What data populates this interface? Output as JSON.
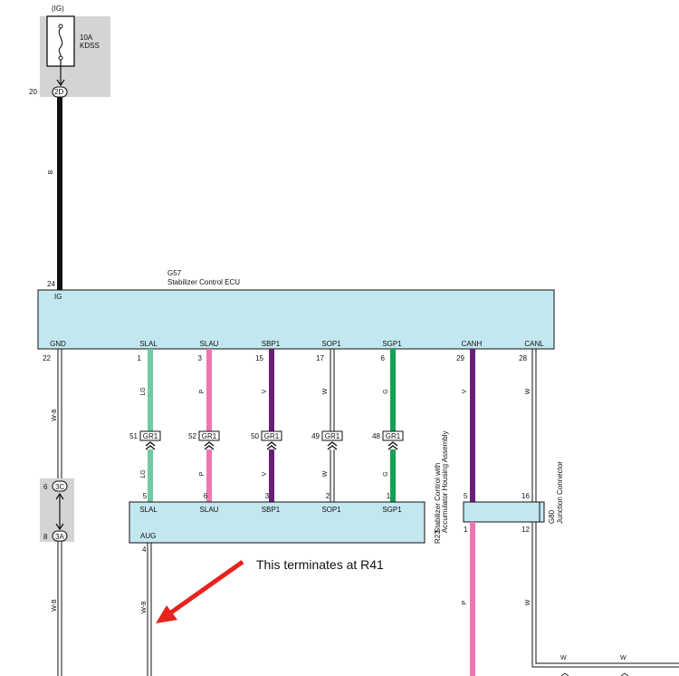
{
  "top_supply": {
    "label": "(IG)",
    "fuse_rating": "10A",
    "fuse_name": "KDSS",
    "pin": "20",
    "connector": "2D",
    "wire_color": "B"
  },
  "ecu": {
    "id": "G57",
    "name": "Stabilizer Control ECU",
    "ig_pin": "24",
    "ig_label": "IG",
    "terminals": [
      {
        "label": "GND",
        "pin": "22"
      },
      {
        "label": "SLAL",
        "pin": "1"
      },
      {
        "label": "SLAU",
        "pin": "3"
      },
      {
        "label": "SBP1",
        "pin": "15"
      },
      {
        "label": "SOP1",
        "pin": "17"
      },
      {
        "label": "SGP1",
        "pin": "6"
      },
      {
        "label": "CANH",
        "pin": "29"
      },
      {
        "label": "CANL",
        "pin": "28"
      }
    ]
  },
  "wire_colors": {
    "gnd": "W-B",
    "slal": "LG",
    "slau": "P",
    "sbp1": "V",
    "sop1": "W",
    "sgp1": "G",
    "canh": "V",
    "canl": "W"
  },
  "inline_connectors": [
    {
      "pin": "51",
      "name": "GR1"
    },
    {
      "pin": "52",
      "name": "GR1"
    },
    {
      "pin": "50",
      "name": "GR1"
    },
    {
      "pin": "49",
      "name": "GR1"
    },
    {
      "pin": "48",
      "name": "GR1"
    }
  ],
  "ground_junction": {
    "upper_pin": "6",
    "upper_conn": "3C",
    "lower_pin": "8",
    "lower_conn": "3A"
  },
  "accumulator": {
    "id": "R23",
    "name_line1": "Stabilizer Control with",
    "name_line2": "Accumulator Housing Assembly",
    "terminals": [
      {
        "label": "SLAL",
        "pin": "5"
      },
      {
        "label": "SLAU",
        "pin": "6"
      },
      {
        "label": "SBP1",
        "pin": "3"
      },
      {
        "label": "SOP1",
        "pin": "2"
      },
      {
        "label": "SGP1",
        "pin": "1"
      }
    ],
    "aug_label": "AUG",
    "aug_pin": "4",
    "aug_wire": "W-B"
  },
  "junction": {
    "id": "G80",
    "name": "Junction Connector",
    "pins": [
      "5",
      "16",
      "1",
      "12"
    ],
    "out_wire_left": "P",
    "out_wire_right": "W"
  },
  "bottom_labels": [
    "W",
    "W"
  ],
  "annotation": "This terminates at R41",
  "colors": {
    "box_fill": "#c3e7ef",
    "wire_black": "#111111",
    "wire_lg": "#6fcaa0",
    "wire_pink": "#ef76b0",
    "wire_violet": "#6a1e7a",
    "wire_green": "#14a155",
    "fuse_gray": "#d4d4d4",
    "arrow": "#e8231e"
  },
  "icons": [
    "fuse-icon",
    "connector-chevron-icon",
    "red-arrow-icon"
  ]
}
